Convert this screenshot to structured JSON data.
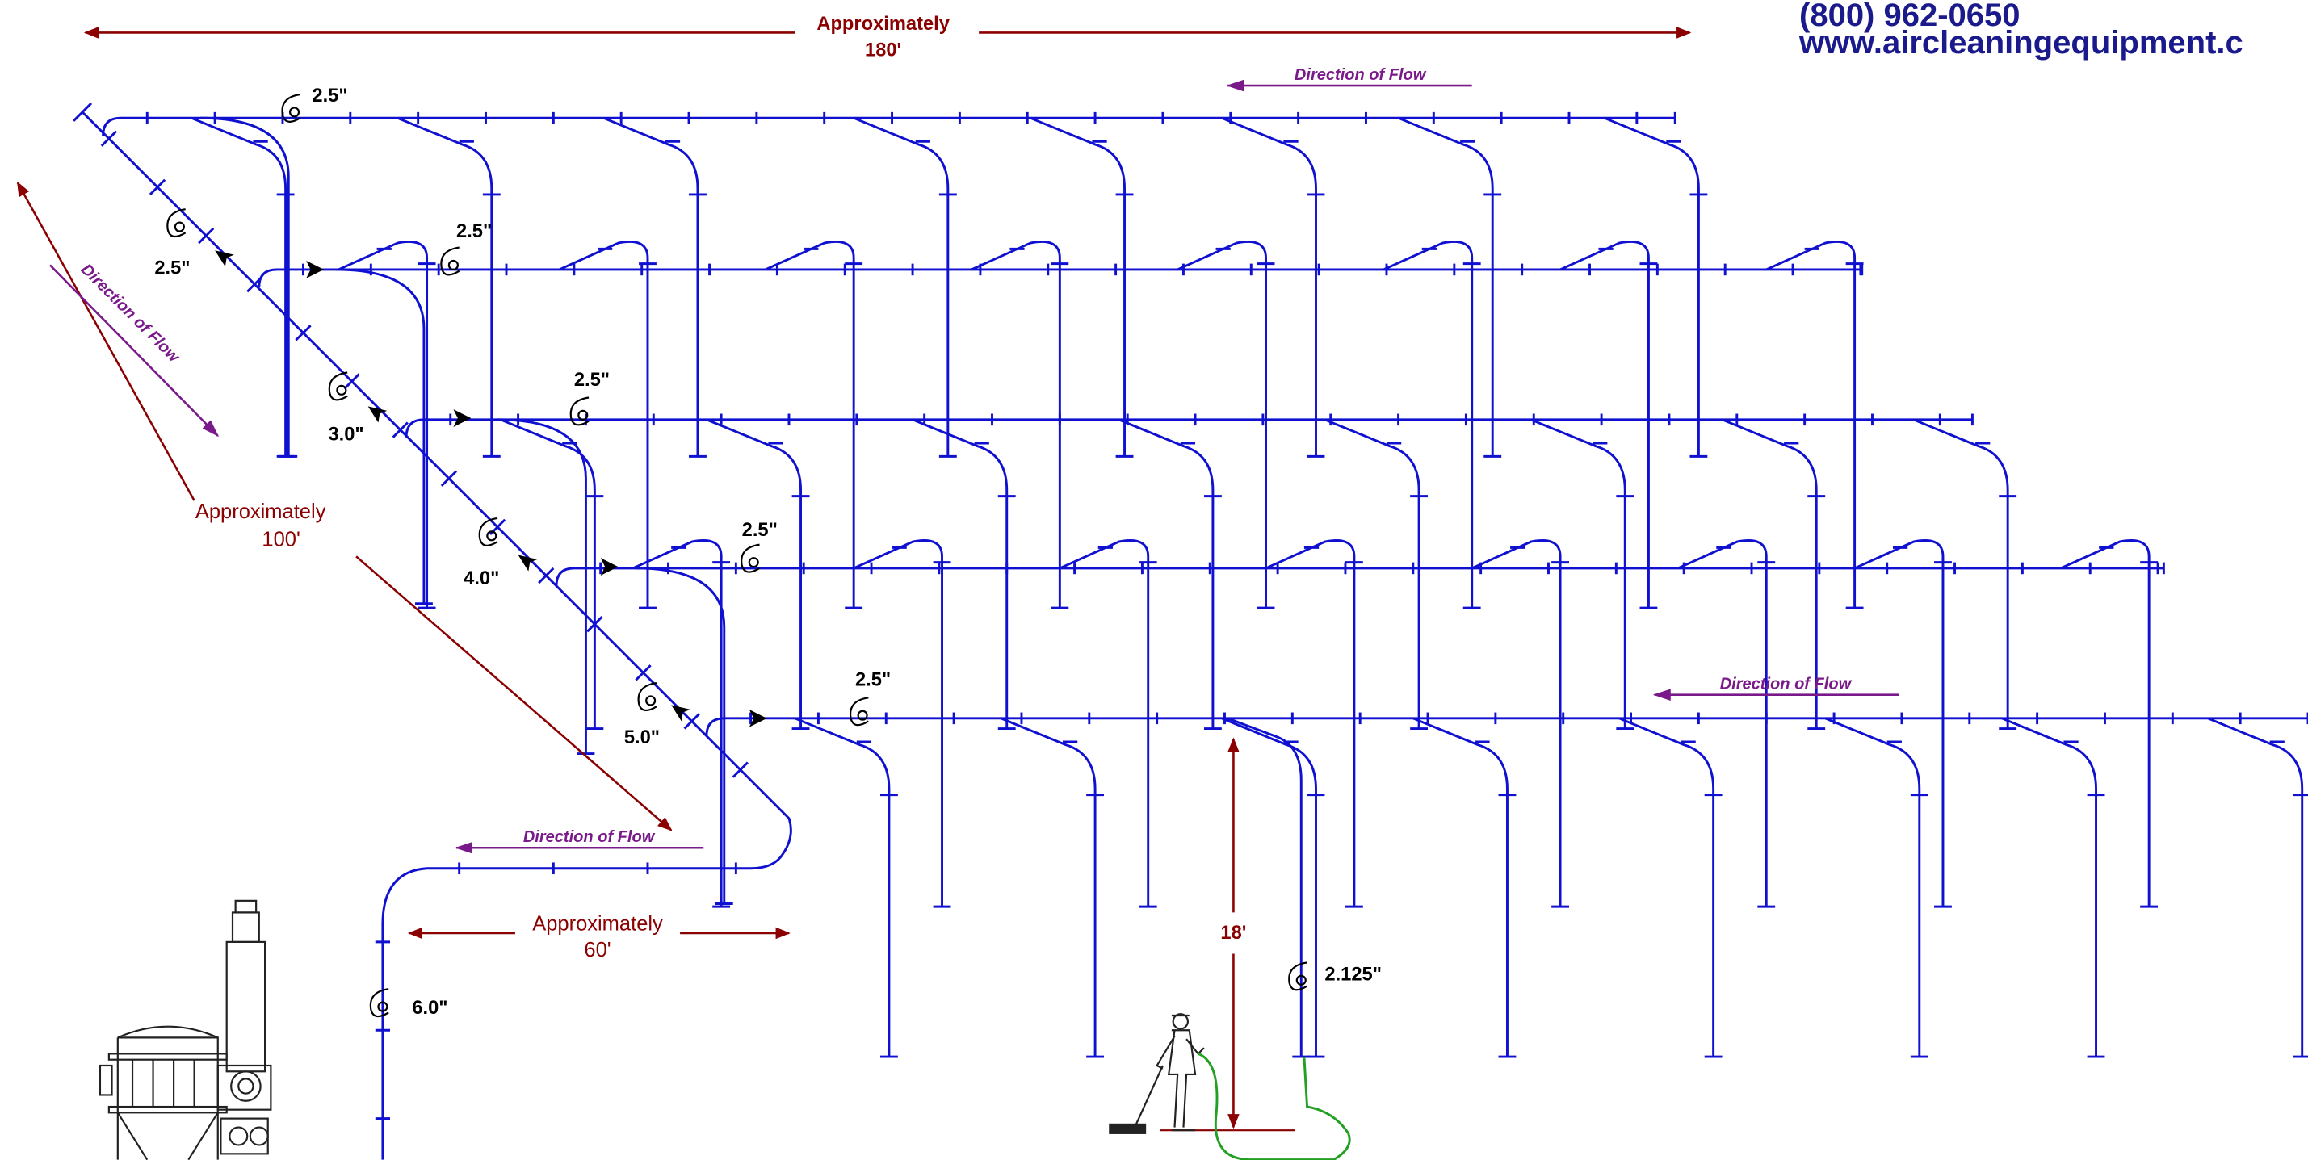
{
  "contact": {
    "phone": "(800) 962-0650",
    "website": "www.aircleaningequipment.c"
  },
  "dimensions": {
    "width_label_1": "Approximately",
    "width_label_2": "180'",
    "depth_label_1": "Approximately",
    "depth_label_2": "100'",
    "run_label_1": "Approximately",
    "run_label_2": "60'",
    "height_label": "18'"
  },
  "flow_labels": {
    "top": "Direction of Flow",
    "diagonal": "Direction of Flow",
    "bottom_left": "Direction of Flow",
    "right": "Direction of Flow"
  },
  "pipe_sizes": {
    "row1": "2.5\"",
    "row2": "2.5\"",
    "row3": "2.5\"",
    "row4": "2.5\"",
    "row5": "2.5\"",
    "trunk1": "2.5\"",
    "trunk2": "3.0\"",
    "trunk3": "4.0\"",
    "trunk4": "5.0\"",
    "main": "6.0\"",
    "hose": "2.125\""
  },
  "colors": {
    "pipe": "#1010d0",
    "dimension": "#8b0000",
    "flow": "#7a1a8a",
    "hose": "#22a022",
    "text": "#000000",
    "contact": "#1a1a8c"
  }
}
